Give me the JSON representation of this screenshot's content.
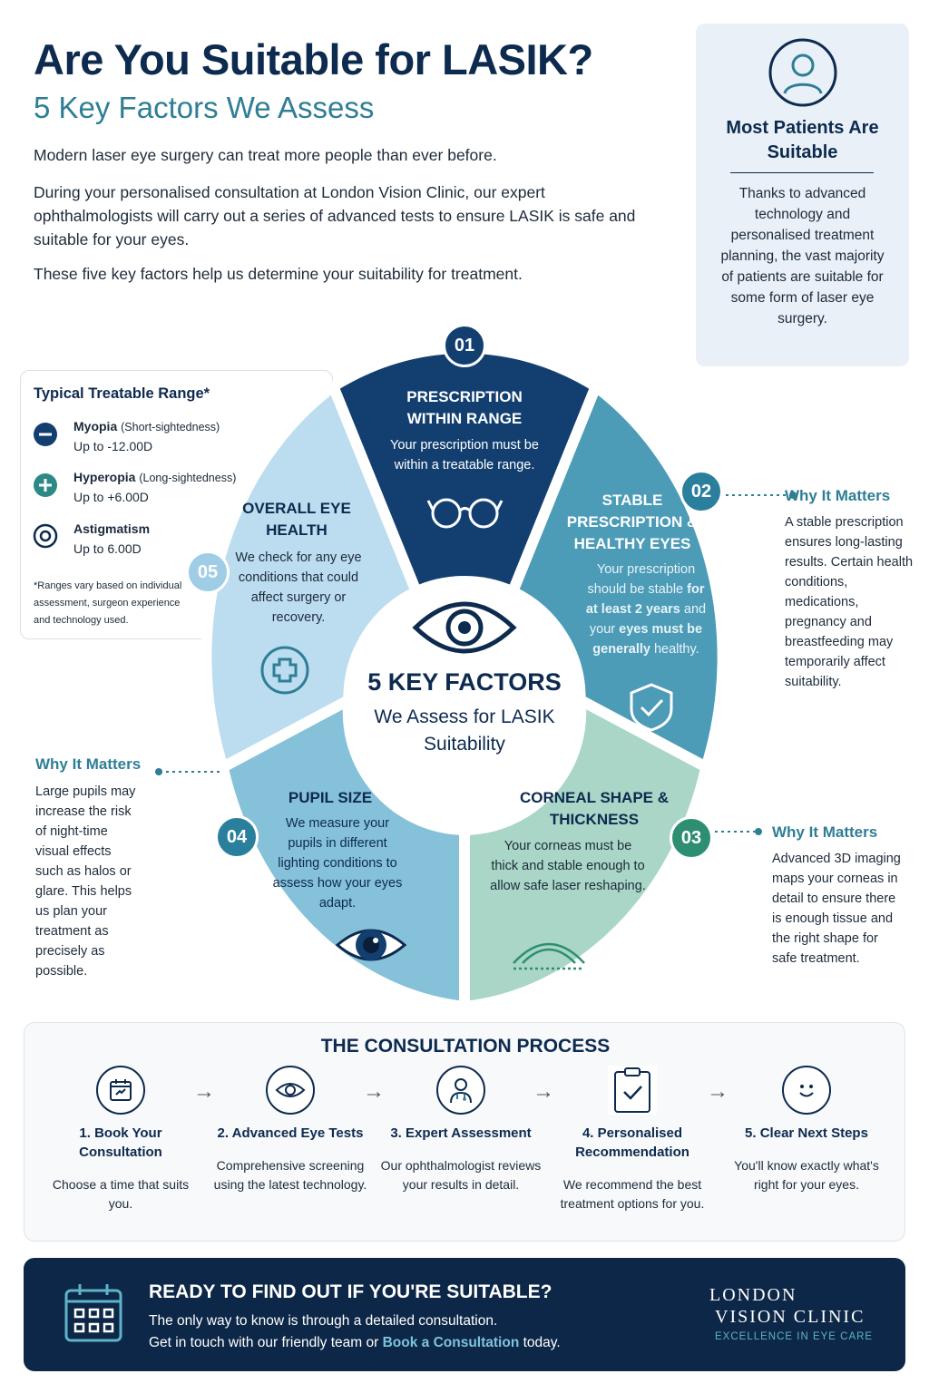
{
  "header": {
    "title": "Are You Suitable for LASIK?",
    "subtitle": "5 Key Factors We Assess",
    "paragraphs": [
      "Modern laser eye surgery can treat more people than ever before.",
      "During your personalised consultation at London Vision Clinic, our expert ophthalmologists will carry out a series of advanced tests to ensure LASIK is safe and suitable for your eyes.",
      "These five key factors help us determine your suitability for treatment."
    ]
  },
  "suitability": {
    "title": "Most Patients Are Suitable",
    "text": "Thanks to advanced technology and personalised treatment planning, the vast majority of patients are suitable for some form of laser eye surgery."
  },
  "range": {
    "title": "Typical Treatable Range*",
    "items": [
      {
        "name": "Myopia",
        "qualifier": "(Short-sightedness)",
        "value": "Up to -12.00D",
        "icon": "minus-icon"
      },
      {
        "name": "Hyperopia",
        "qualifier": "(Long-sightedness)",
        "value": "Up to +6.00D",
        "icon": "plus-icon"
      },
      {
        "name": "Astigmatism",
        "qualifier": "",
        "value": "Up to 6.00D",
        "icon": "target-icon"
      }
    ],
    "note": "*Ranges vary based on individual assessment, surgeon experience and technology used."
  },
  "factors": [
    {
      "number": "01",
      "title": "PRESCRIPTION WITHIN RANGE",
      "text": "Your prescription must be within a treatable range.",
      "color": "#123f70",
      "icon": "glasses-icon"
    },
    {
      "number": "02",
      "title": "STABLE PRESCRIPTION & HEALTHY EYES",
      "text_parts": [
        "Your prescription should be stable ",
        "for at least 2 years",
        " and your ",
        "eyes",
        " must be generally",
        " healthy."
      ],
      "color": "#4c9bb7",
      "icon": "shield-check-icon"
    },
    {
      "number": "03",
      "title": "CORNEAL SHAPE & THICKNESS",
      "text": "Your corneas must be thick and stable enough to allow safe laser reshaping.",
      "color": "#a9d6c6",
      "icon": "cornea-icon"
    },
    {
      "number": "04",
      "title": "PUPIL SIZE",
      "text": "We measure your pupils in different lighting conditions to assess how your eyes adapt.",
      "color": "#85c1d9",
      "icon": "pupil-icon"
    },
    {
      "number": "05",
      "title": "OVERALL EYE HEALTH",
      "text": "We check for any eye conditions that could affect surgery or recovery.",
      "color": "#bcdcef",
      "icon": "medical-cross-icon"
    }
  ],
  "center": {
    "title": "5 KEY FACTORS",
    "subtitle": "We Assess for LASIK Suitability"
  },
  "why": [
    {
      "title": "Why It Matters",
      "text": "A stable prescription ensures long-lasting results. Certain health conditions, medications, pregnancy and breastfeeding may temporarily affect suitability."
    },
    {
      "title": "Why It Matters",
      "text": "Advanced 3D imaging maps your corneas in detail to ensure there is enough tissue and the right shape for safe treatment."
    },
    {
      "title": "Why It Matters",
      "text": "Large pupils may increase the risk of night-time visual effects such as halos or glare. This helps us plan your treatment as precisely as possible."
    }
  ],
  "process": {
    "title": "THE CONSULTATION PROCESS",
    "steps": [
      {
        "title": "1. Book Your Consultation",
        "text": "Choose a time that suits you.",
        "icon": "calendar-icon"
      },
      {
        "title": "2. Advanced Eye Tests",
        "text": "Comprehensive screening using the latest technology.",
        "icon": "eye-icon"
      },
      {
        "title": "3. Expert Assessment",
        "text": "Our ophthalmologist reviews your results in detail.",
        "icon": "doctor-icon"
      },
      {
        "title": "4. Personalised Recommendation",
        "text": "We recommend the best treatment options for you.",
        "icon": "clipboard-check-icon"
      },
      {
        "title": "5. Clear Next Steps",
        "text": "You'll know exactly what's right for your eyes.",
        "icon": "smiley-icon"
      }
    ]
  },
  "cta": {
    "title": "READY TO FIND OUT IF YOU'RE SUITABLE?",
    "line1": "The only way to know is through a detailed consultation.",
    "line2_prefix": "Get in touch with our friendly team or ",
    "link": "Book a Consultation",
    "line2_suffix": " today."
  },
  "logo": {
    "line1": "LONDON",
    "line2": "VISION CLINIC",
    "tagline": "EXCELLENCE IN EYE CARE"
  }
}
